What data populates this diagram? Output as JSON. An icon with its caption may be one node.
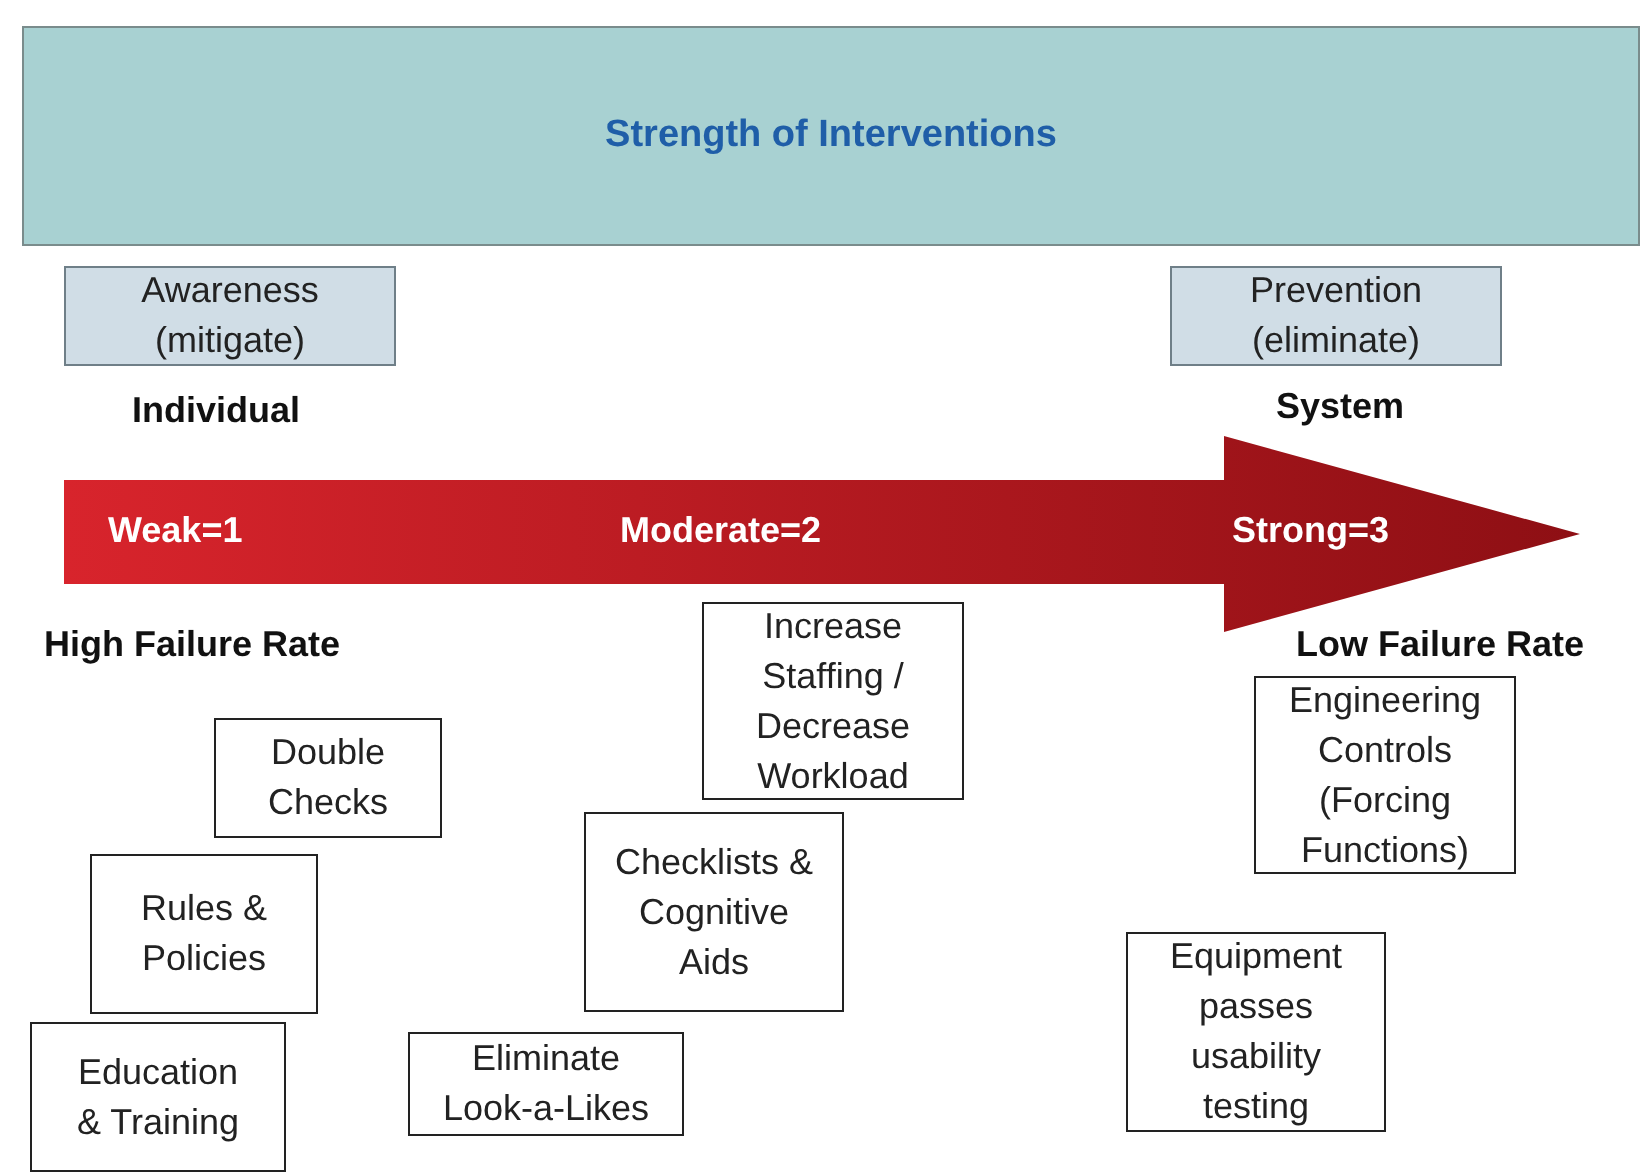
{
  "diagram": {
    "nodes": [
      {
        "text": [
          "Strength of Interventions"
        ]
      },
      {
        "text": [
          "Awareness (mitigate)"
        ]
      },
      {
        "text": [
          "Prevention (eliminate)"
        ]
      },
      {
        "text": [
          "Weak=1",
          "Moderate=2",
          "Strong=3"
        ]
      },
      {
        "text": [
          "Increase Staffing / Decrease Workload"
        ]
      },
      {
        "text": [
          "Engineering Controls (Forcing Functions)"
        ]
      },
      {
        "text": [
          "Double Checks"
        ]
      },
      {
        "text": [
          "Rules & Policies"
        ]
      },
      {
        "text": [
          "Checklists & Cognitive Aids"
        ]
      },
      {
        "text": [
          "Equipment passes usability testing"
        ]
      },
      {
        "text": [
          "Education & Training"
        ]
      },
      {
        "text": [
          "Eliminate Look-a-Likes"
        ]
      }
    ],
    "edges": [],
    "labels": [
      "Individual",
      "System",
      "High Failure Rate",
      "Low Failure Rate"
    ]
  }
}
